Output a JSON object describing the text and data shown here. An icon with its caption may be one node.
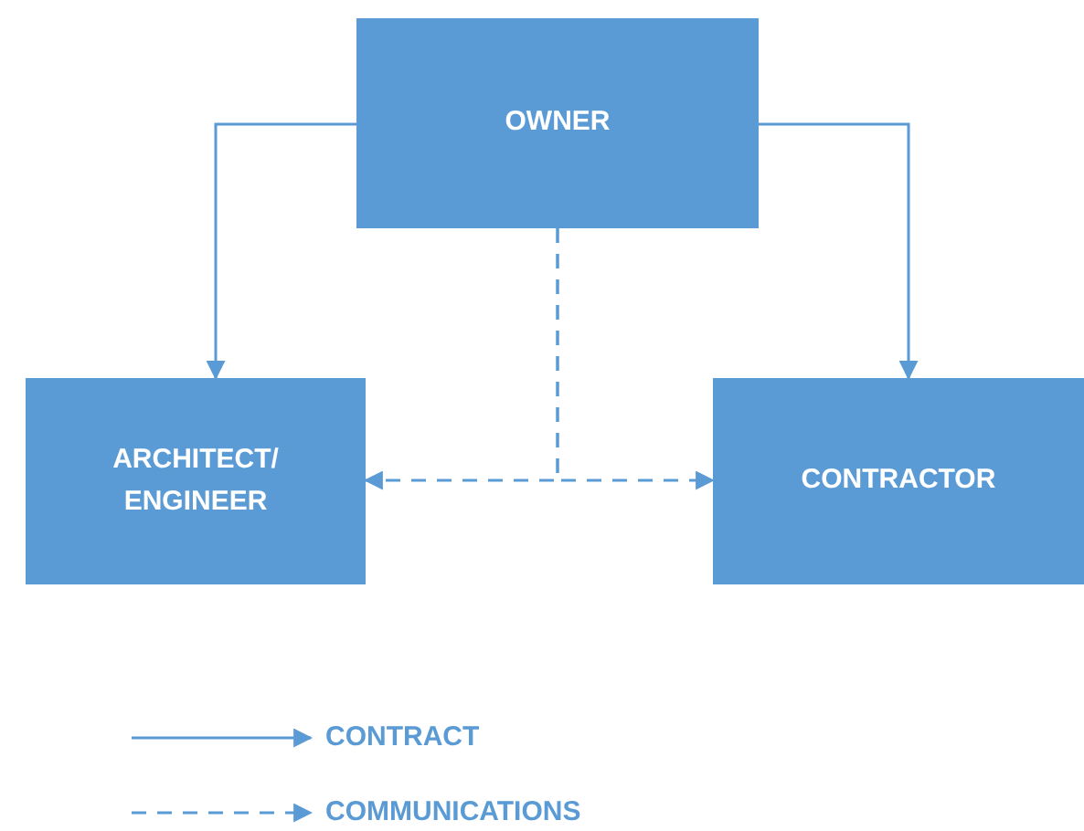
{
  "diagram": {
    "nodes": [
      {
        "text": [
          "OWNER"
        ]
      },
      {
        "text": [
          "ARCHITECT/ ENGINEER"
        ]
      },
      {
        "text": [
          "CONTRACTOR"
        ]
      }
    ],
    "edges": [
      {
        "from": 0,
        "to": 1,
        "arrow": "to"
      },
      {
        "from": 0,
        "to": 2,
        "arrow": "to"
      },
      {
        "from": 0,
        "to": 1,
        "arrow": "to",
        "style": "dashed"
      },
      {
        "from": 0,
        "to": 2,
        "arrow": "to",
        "style": "dashed"
      }
    ],
    "legend": [
      {
        "text": "CONTRACT"
      },
      {
        "text": "COMMUNICATIONS"
      }
    ]
  }
}
